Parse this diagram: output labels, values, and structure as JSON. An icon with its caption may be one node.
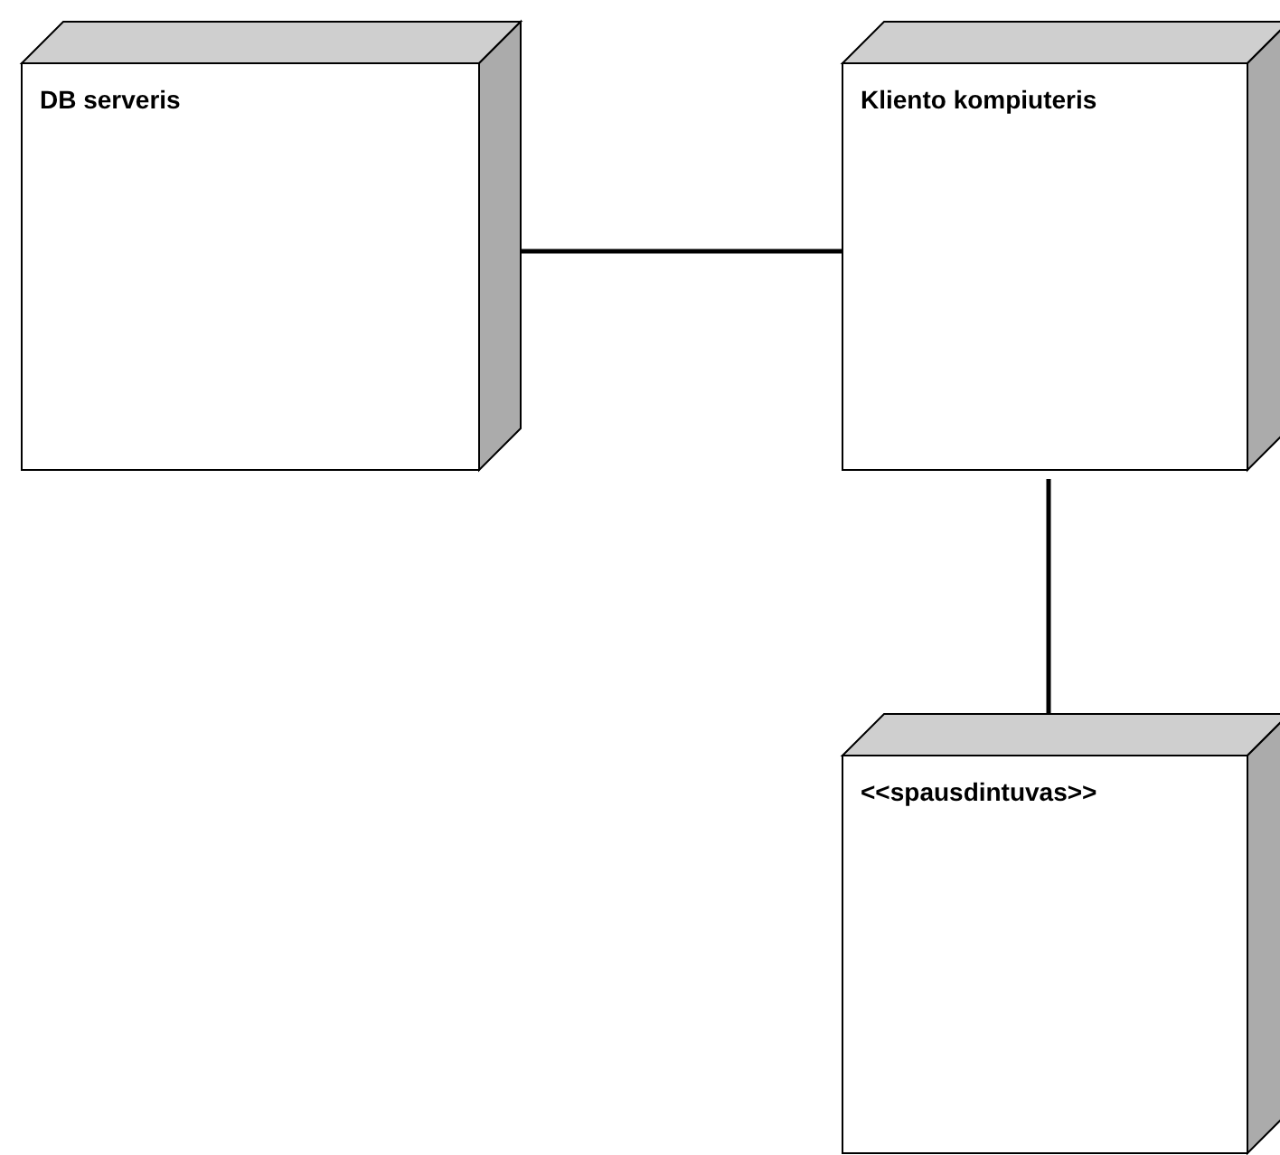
{
  "diagram": {
    "nodes": [
      {
        "text": [
          "DB serveris"
        ]
      },
      {
        "text": [
          "Kliento kompiuteris"
        ]
      },
      {
        "text": [
          "<<spausdintuvas>>"
        ]
      }
    ],
    "edges": [
      {
        "from": 0,
        "to": 1,
        "arrow": "none"
      },
      {
        "from": 1,
        "to": 2,
        "arrow": "none"
      }
    ]
  }
}
